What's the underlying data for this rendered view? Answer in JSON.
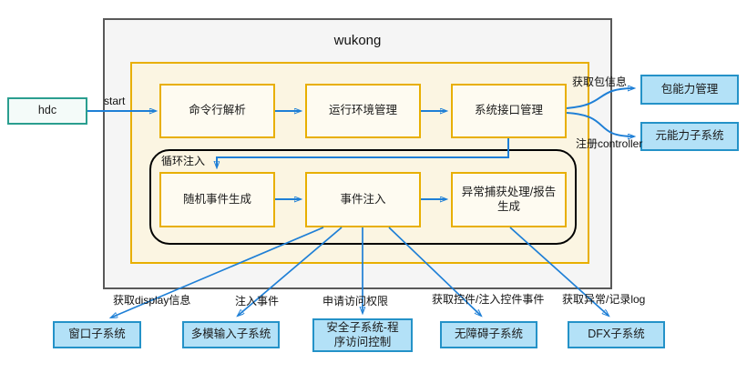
{
  "diagram": {
    "title": "wukong",
    "hdc": {
      "label": "hdc",
      "edge_label": "start"
    },
    "pipeline": [
      {
        "label": "命令行解析"
      },
      {
        "label": "运行环境管理"
      },
      {
        "label": "系统接口管理"
      }
    ],
    "loop": {
      "label": "循环注入",
      "boxes": [
        {
          "label": "随机事件生成"
        },
        {
          "label": "事件注入"
        },
        {
          "label": "异常捕获处理/报告生成"
        }
      ]
    },
    "right_targets": [
      {
        "label": "包能力管理",
        "edge_label": "获取包信息"
      },
      {
        "label": "元能力子系统",
        "edge_label": "注册controller"
      }
    ],
    "bottom_targets": [
      {
        "label": "窗口子系统",
        "edge_label": "获取display信息"
      },
      {
        "label": "多模输入子系统",
        "edge_label": "注入事件"
      },
      {
        "label": "安全子系统-程序访问控制",
        "edge_label": "申请访问权限"
      },
      {
        "label": "无障碍子系统",
        "edge_label": "获取控件/注入控件事件"
      },
      {
        "label": "DFX子系统",
        "edge_label": "获取异常/记录log"
      }
    ],
    "colors": {
      "arrow_blue": "#1e7fd6",
      "gold_border": "#e8af00",
      "cream_fill": "#fbf5e2",
      "node_fill": "#fefbf1",
      "blue_fill": "#b3e1f7",
      "blue_border": "#2492c8",
      "teal_border": "#2a9e8f",
      "outer_fill": "#f5f5f5",
      "outer_border": "#595959",
      "loop_border": "#000000"
    }
  }
}
